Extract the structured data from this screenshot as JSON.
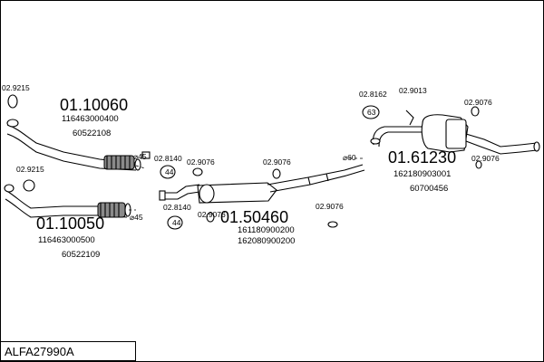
{
  "caption": "ALFA27990A",
  "groups": [
    {
      "code": "01.10060",
      "refs": [
        "116463000400",
        "60522108"
      ]
    },
    {
      "code": "01.10050",
      "refs": [
        "116463000500",
        "60522109"
      ]
    },
    {
      "code": "01.50460",
      "refs": [
        "161180900200",
        "162080900200"
      ]
    },
    {
      "code": "01.61230",
      "refs": [
        "162180903001",
        "60700456"
      ]
    }
  ],
  "clamps": {
    "c1": "02.9215",
    "c2": "02.9215",
    "c3": "02.8140",
    "c4": "02.9076",
    "c5": "02.8140",
    "c6": "02.9076",
    "c7": "02.9076",
    "c8": "02.9076",
    "c9": "02.8162",
    "c10": "02.9013",
    "c11": "02.9076",
    "c12": "02.9076"
  },
  "diameters": {
    "d1": "⌀45",
    "d2": "⌀45",
    "d3": "⌀60"
  },
  "badges": {
    "b1": "44",
    "b2": "44",
    "b3": "63"
  }
}
